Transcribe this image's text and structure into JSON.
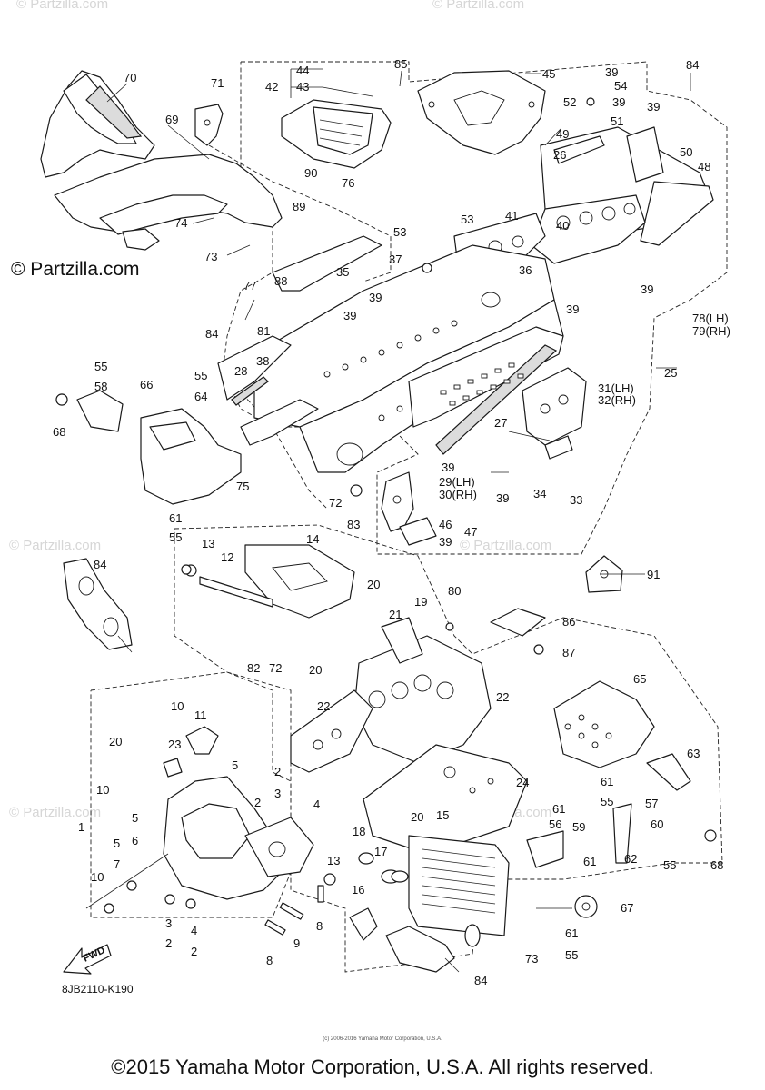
{
  "watermark": {
    "main": "© Partzilla.com",
    "faint": "© Partzilla.com"
  },
  "diagram_code": "8JB2110-K190",
  "fwd_label": "FWD",
  "copyright": "©2015 Yamaha Motor Corporation, U.S.A. All rights reserved.",
  "small_copyright": "(c) 2006-2016 Yamaha Motor Corporation, U.S.A.",
  "callouts": [
    "70",
    "71",
    "69",
    "74",
    "73",
    "44",
    "42",
    "43",
    "85",
    "45",
    "39",
    "84",
    "54",
    "52",
    "39",
    "39",
    "51",
    "49",
    "26",
    "50",
    "48",
    "76",
    "90",
    "89",
    "53",
    "53",
    "41",
    "40",
    "37",
    "35",
    "39",
    "36",
    "39",
    "88",
    "77",
    "84",
    "81",
    "39",
    "39",
    "78(LH)",
    "79(RH)",
    "25",
    "55",
    "58",
    "28",
    "38",
    "55",
    "64",
    "66",
    "68",
    "27",
    "31(LH)",
    "32(RH)",
    "39",
    "29(LH)",
    "30(RH)",
    "39",
    "34",
    "33",
    "72",
    "83",
    "75",
    "46",
    "47",
    "39",
    "61",
    "55",
    "91",
    "13",
    "14",
    "12",
    "84",
    "20",
    "19",
    "80",
    "21",
    "86",
    "87",
    "82",
    "72",
    "20",
    "22",
    "22",
    "65",
    "10",
    "11",
    "20",
    "23",
    "5",
    "24",
    "63",
    "61",
    "55",
    "57",
    "2",
    "3",
    "10",
    "5",
    "6",
    "2",
    "4",
    "61",
    "56",
    "59",
    "60",
    "18",
    "17",
    "15",
    "20",
    "62",
    "1",
    "5",
    "7",
    "13",
    "16",
    "61",
    "55",
    "68",
    "10",
    "3",
    "2",
    "4",
    "2",
    "8",
    "9",
    "8",
    "73",
    "61",
    "55",
    "67",
    "84"
  ]
}
